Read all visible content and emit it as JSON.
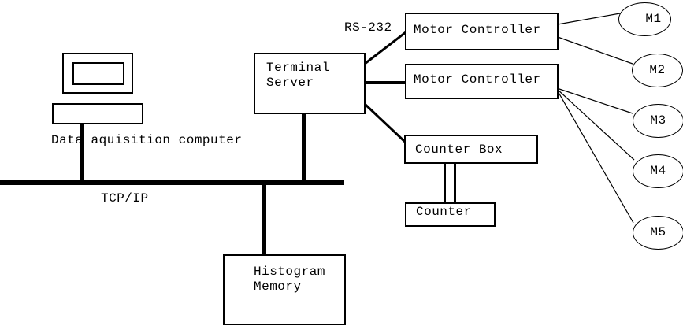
{
  "colors": {
    "ink": "#000000",
    "background": "#ffffff"
  },
  "diagram": {
    "computer": {
      "label": "Data aquisition computer"
    },
    "bus": {
      "label": "TCP/IP"
    },
    "serial": {
      "label": "RS-232"
    },
    "terminal_server": {
      "line1": "Terminal",
      "line2": "Server"
    },
    "motor_controller_1": {
      "label": "Motor Controller"
    },
    "motor_controller_2": {
      "label": "Motor Controller"
    },
    "counter_box": {
      "label": "Counter Box"
    },
    "counter": {
      "label": "Counter"
    },
    "histogram_memory": {
      "line1": "Histogram",
      "line2": "Memory"
    },
    "motors": [
      {
        "label": "M1"
      },
      {
        "label": "M2"
      },
      {
        "label": "M3"
      },
      {
        "label": "M4"
      },
      {
        "label": "M5"
      }
    ]
  }
}
